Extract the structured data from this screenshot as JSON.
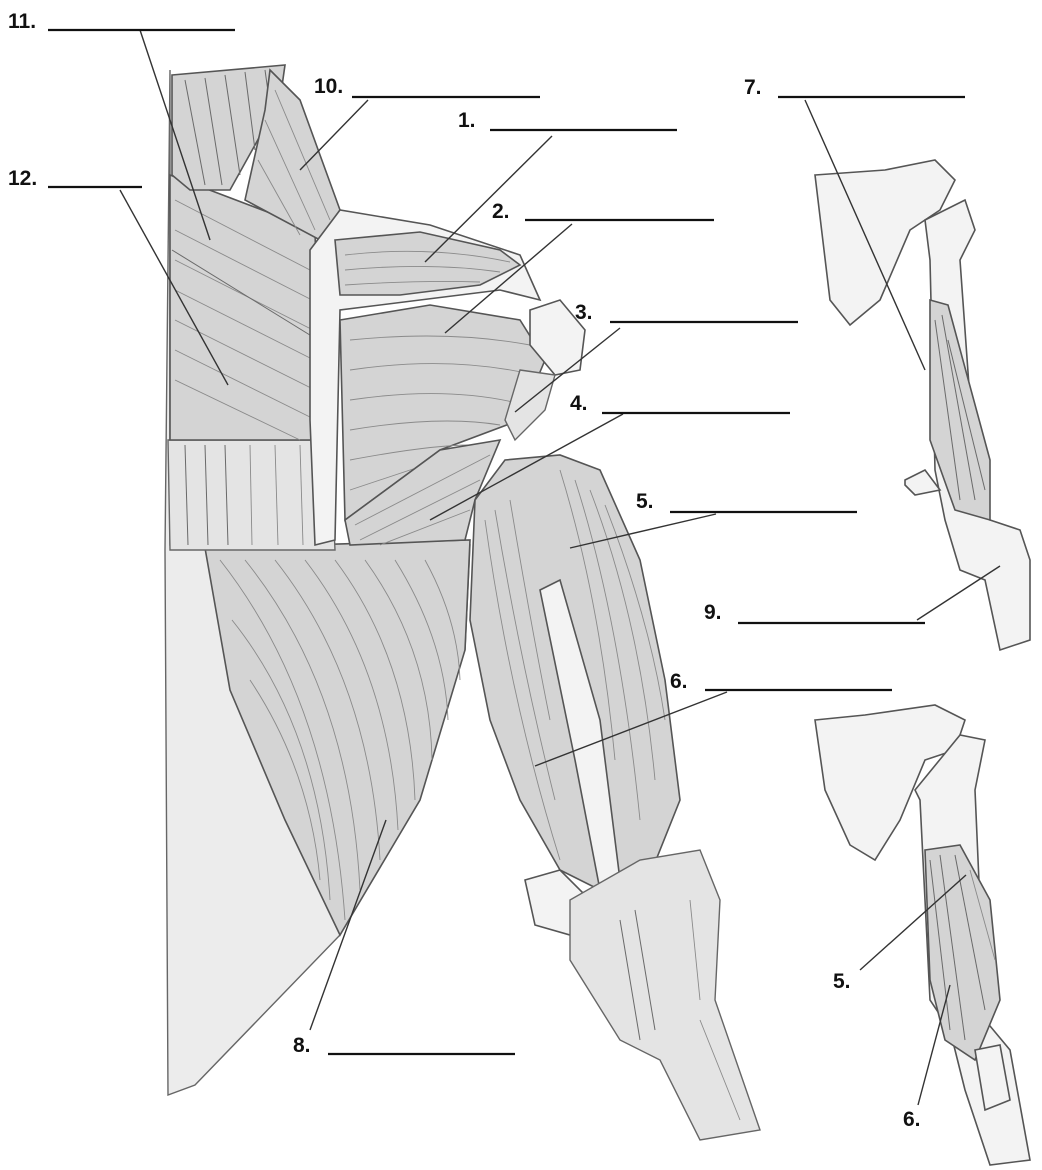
{
  "diagram": {
    "labels": [
      {
        "id": "l1",
        "text": "1."
      },
      {
        "id": "l2",
        "text": "2."
      },
      {
        "id": "l3",
        "text": "3."
      },
      {
        "id": "l4",
        "text": "4."
      },
      {
        "id": "l5",
        "text": "5."
      },
      {
        "id": "l6",
        "text": "6."
      },
      {
        "id": "l7",
        "text": "7."
      },
      {
        "id": "l8",
        "text": "8."
      },
      {
        "id": "l9",
        "text": "9."
      },
      {
        "id": "l10",
        "text": "10."
      },
      {
        "id": "l11",
        "text": "11."
      },
      {
        "id": "l12",
        "text": "12."
      },
      {
        "id": "l5b",
        "text": "5."
      },
      {
        "id": "l6b",
        "text": "6."
      }
    ]
  }
}
